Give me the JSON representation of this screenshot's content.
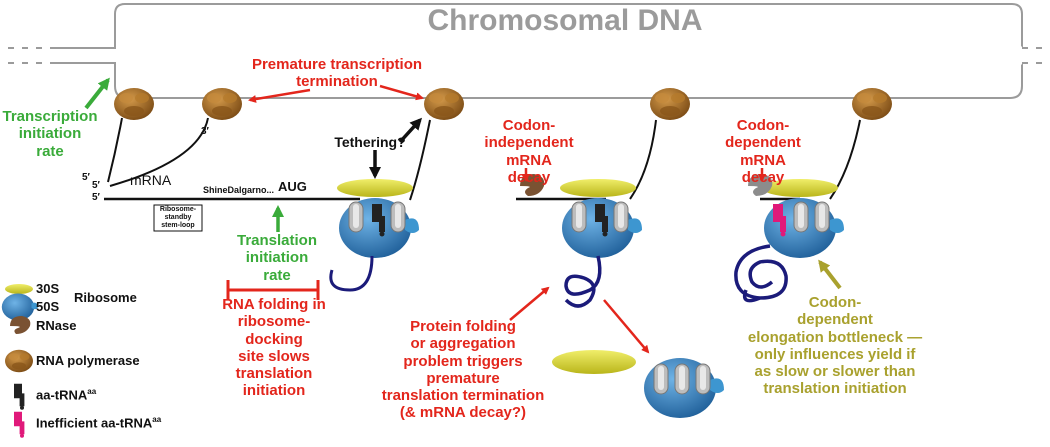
{
  "title": "Chromosomal DNA",
  "colors": {
    "red": "#e3261c",
    "green": "#3aab3a",
    "olive": "#a9a12e",
    "polymerase": "#a0681e",
    "ribosome_30s": "#d8d62a",
    "ribosome_50s": "#2f86c4",
    "mrna_protein": "#1b1b7a",
    "rnase": "#7a5232",
    "inefficient_trna": "#e0197a"
  },
  "labels": {
    "transcription_initiation": "Transcription\ninitiation\nrate",
    "premature_termination": "Premature transcription\ntermination",
    "tethering": "Tethering?",
    "codon_independent": "Codon-\nindependent\nmRNA decay",
    "codon_dependent": "Codon-\ndependent\nmRNA decay",
    "mrna": "mRNA",
    "five_prime_1": "5′",
    "five_prime_2": "5′",
    "five_prime_3": "5′",
    "three_prime": "3′",
    "shine_dalgarno": "ShineDalgarno...",
    "aug": "AUG",
    "standby": "Ribosome-\nstandby\nstem-loop",
    "translation_initiation": "Translation\ninitiation\nrate",
    "rna_folding": "RNA folding in\nribosome-docking\nsite slows\ntranslation\ninitiation",
    "protein_folding": "Protein folding\nor aggregation\nproblem triggers\npremature\ntranslation termination\n(& mRNA decay?)",
    "elongation_bottleneck": "Codon-\ndependent\nelongation bottleneck —\nonly influences yield if\nas slow or slower than\ntranslation initiation"
  },
  "legend": {
    "s30": "30S",
    "s50": "50S",
    "ribosome": "Ribosome",
    "rnase": "RNase",
    "polymerase": "RNA polymerase",
    "trna_prefix": "aa-tRNA",
    "trna_sup": "aa",
    "inefficient_prefix": "Inefficient aa-tRNA",
    "inefficient_sup": "aa"
  }
}
